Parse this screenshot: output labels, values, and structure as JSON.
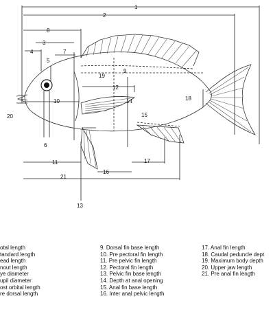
{
  "labels": {
    "m1": "1",
    "m2": "2",
    "m3": "3",
    "m4": "4",
    "m5": "5",
    "m6": "6",
    "m7": "7",
    "m8": "8",
    "m9": "9",
    "m10": "10",
    "m11": "11",
    "m12": "12",
    "m13": "13",
    "m14": "14",
    "m15": "15",
    "m16": "16",
    "m17": "17",
    "m18": "18",
    "m19": "19",
    "m20": "20",
    "m21": "21"
  },
  "legend": {
    "col1": [
      "otal length",
      "tandard length",
      "ead length",
      "nout length",
      "ye diameter",
      "upil diameter",
      "ost orbital length",
      "re dorsal length"
    ],
    "col2": [
      "9.  Dorsal fin base length",
      "10. Pre pectoral fin length",
      "11. Pre pelvic fin length",
      "12. Pectoral fin length",
      "13. Pelvic fin base length",
      "14. Depth at anal opening",
      "15. Anal fin base length",
      "16. Inter anal pelvic length"
    ],
    "col3": [
      "17. Anal fin length",
      "18. Caudal peduncle dept",
      "19. Maximum body depth",
      "20. Upper jaw length",
      "21. Pre anal fin length"
    ]
  }
}
